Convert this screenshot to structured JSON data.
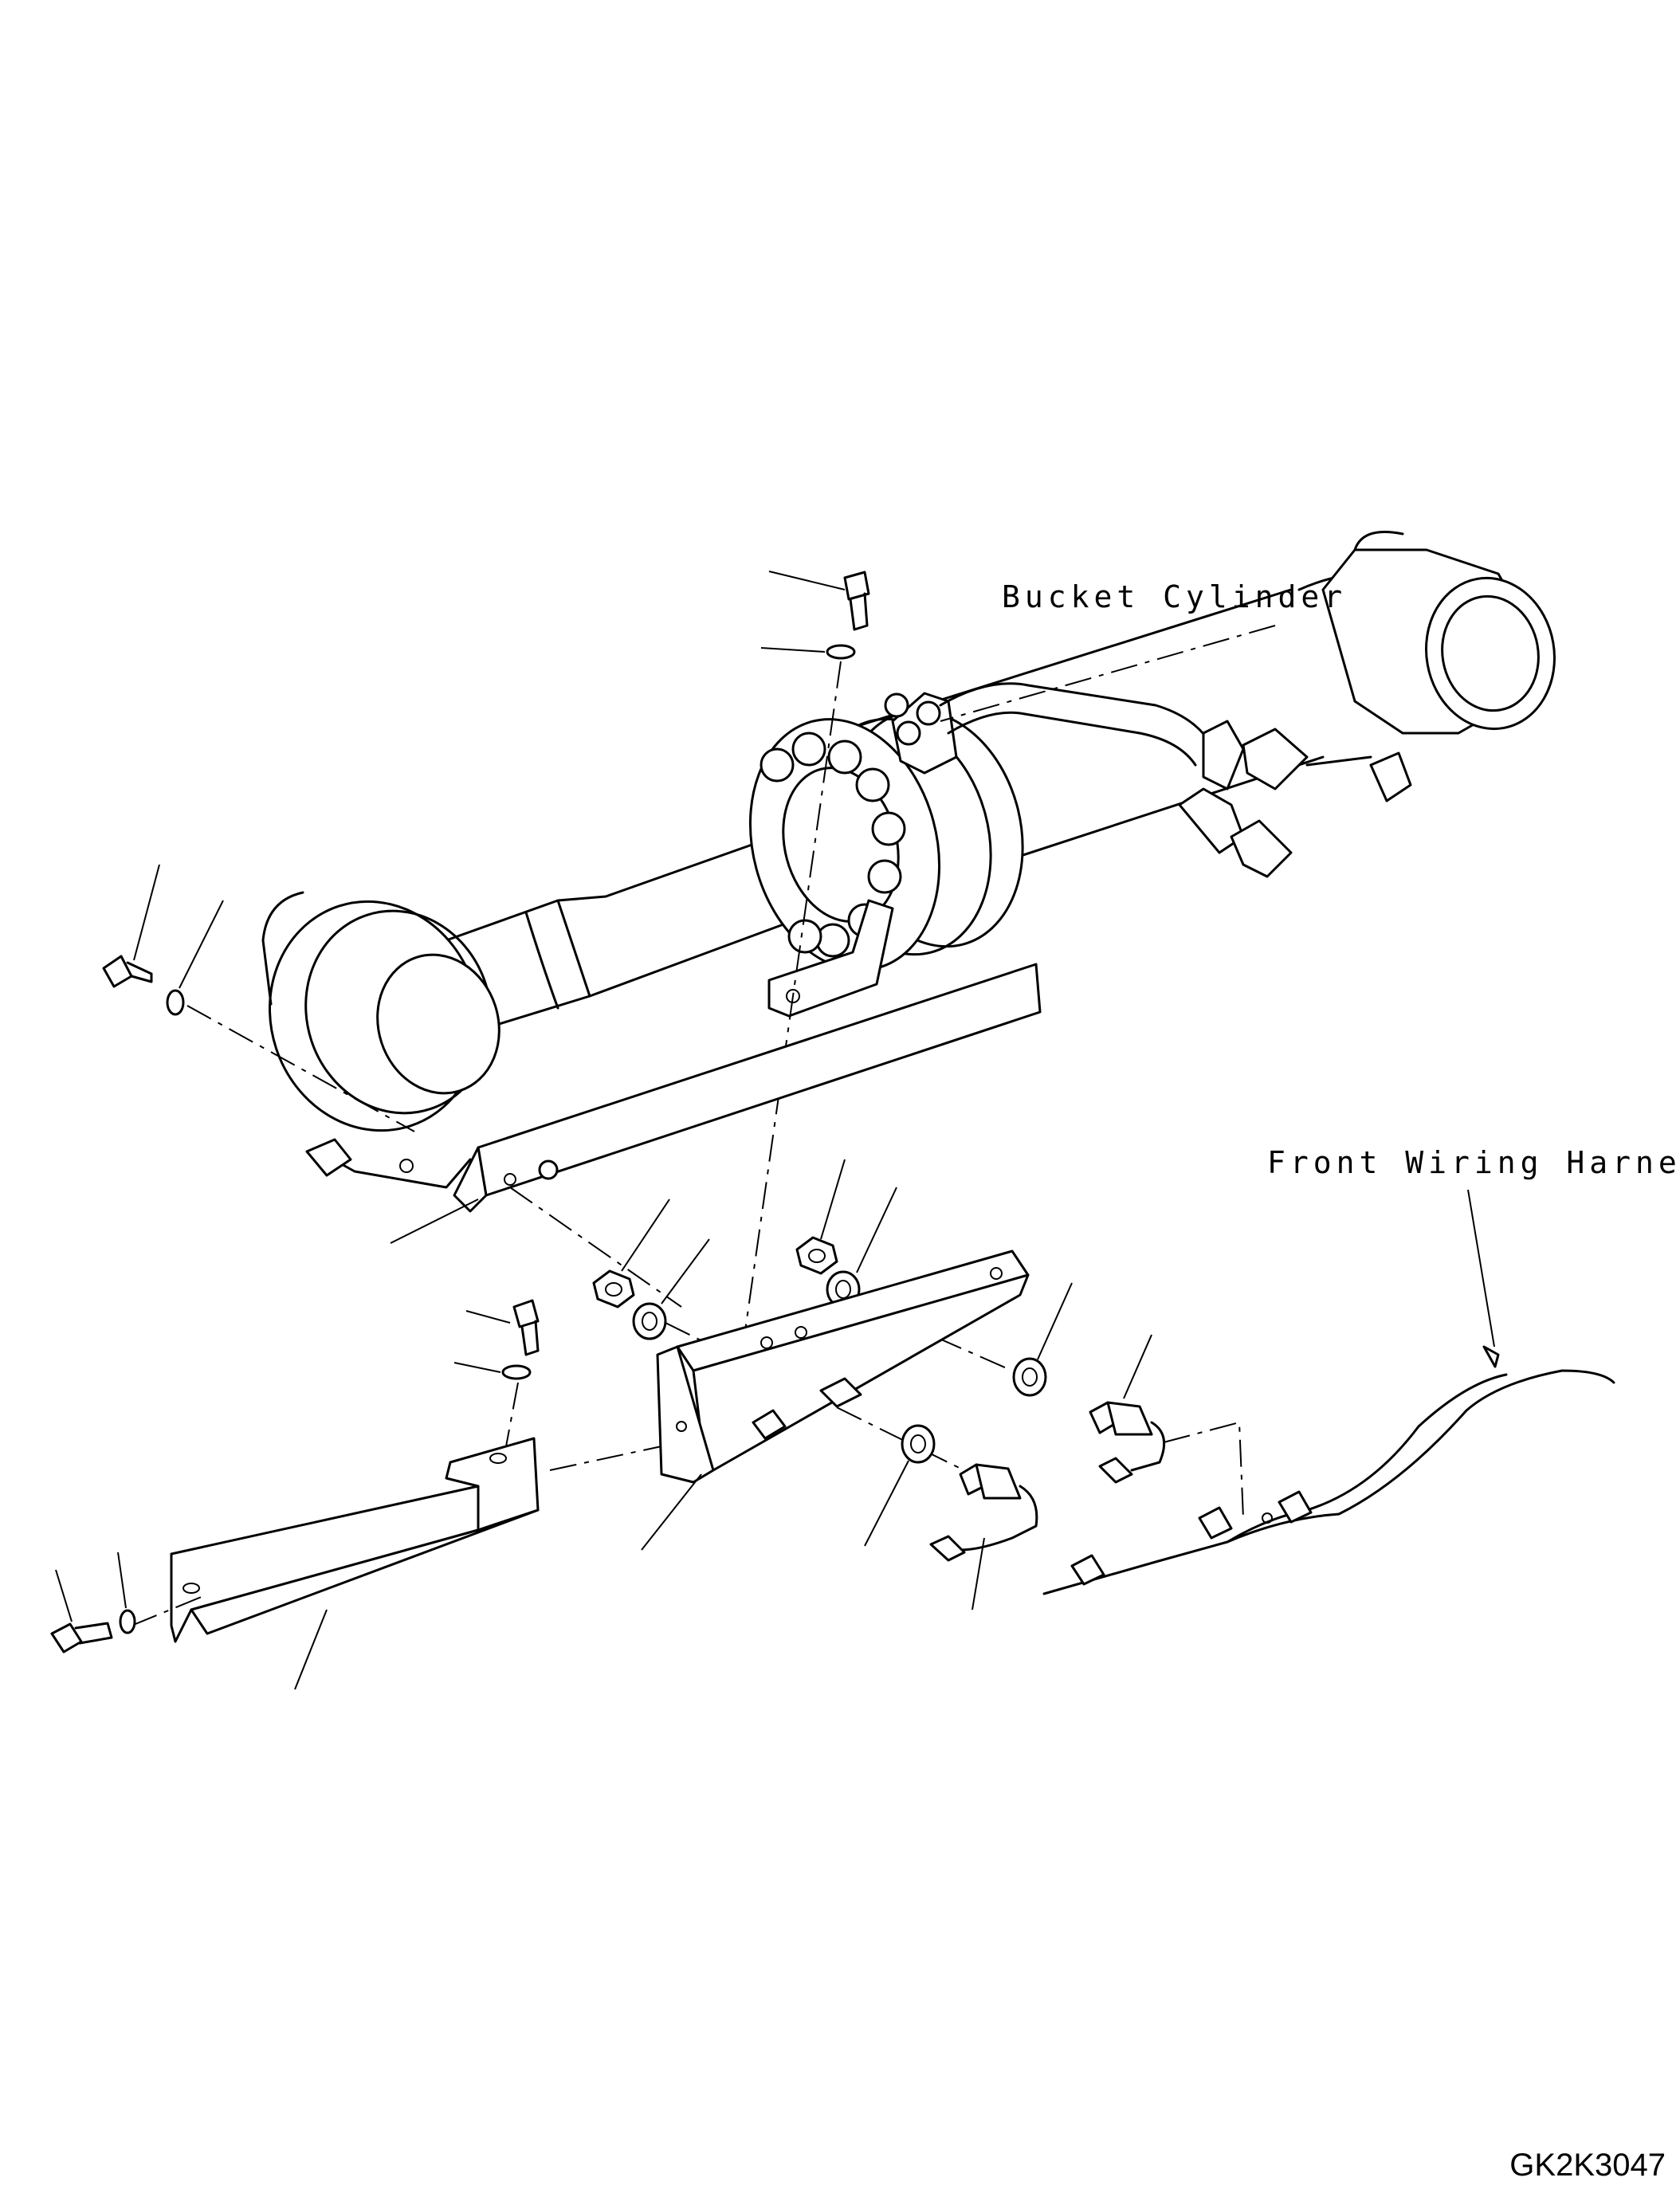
{
  "labels": {
    "bucket_cylinder": "Bucket Cylinder",
    "front_wiring_harness": "Front Wiring Harness"
  },
  "drawing_code": "GK2K3047"
}
